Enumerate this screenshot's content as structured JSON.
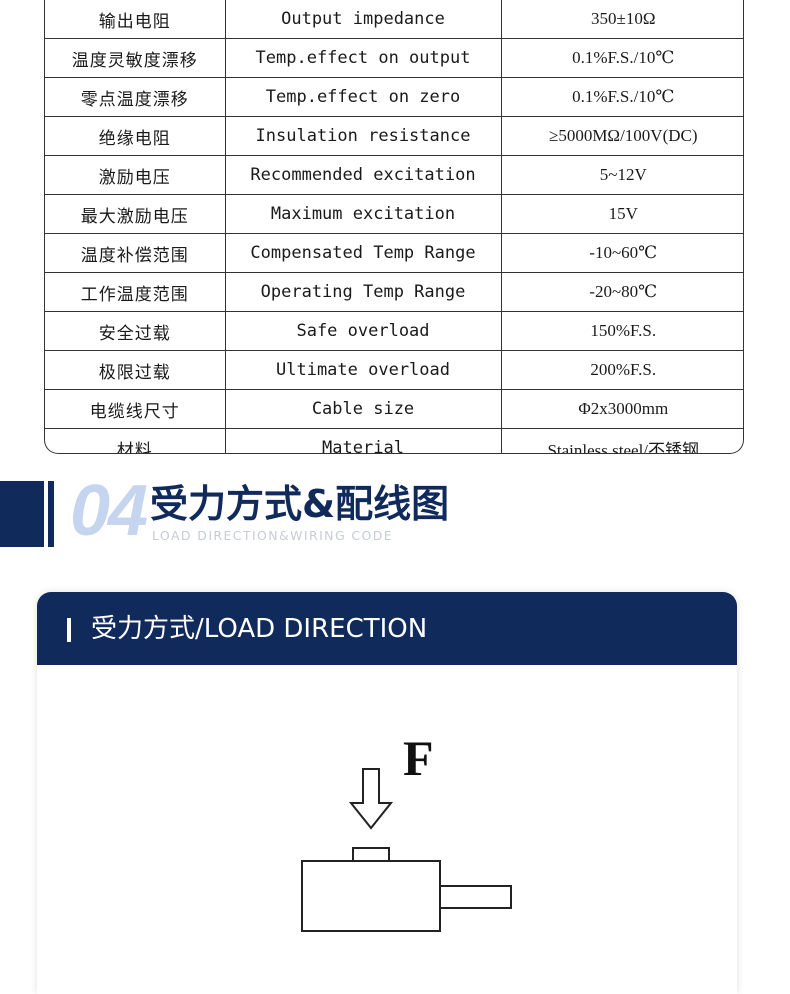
{
  "spec_table": [
    {
      "cn": "输出电阻",
      "en": "Output impedance",
      "val": "350±10Ω"
    },
    {
      "cn": "温度灵敏度漂移",
      "en": "Temp.effect on output",
      "val": "0.1%F.S./10℃"
    },
    {
      "cn": "零点温度漂移",
      "en": "Temp.effect on zero",
      "val": "0.1%F.S./10℃"
    },
    {
      "cn": "绝缘电阻",
      "en": "Insulation resistance",
      "val": "≥5000MΩ/100V(DC)"
    },
    {
      "cn": "激励电压",
      "en": "Recommended excitation",
      "val": "5~12V"
    },
    {
      "cn": "最大激励电压",
      "en": "Maximum excitation",
      "val": "15V"
    },
    {
      "cn": "温度补偿范围",
      "en": "Compensated Temp Range",
      "val": "-10~60℃"
    },
    {
      "cn": "工作温度范围",
      "en": "Operating Temp Range",
      "val": "-20~80℃"
    },
    {
      "cn": "安全过载",
      "en": "Safe overload",
      "val": "150%F.S."
    },
    {
      "cn": "极限过载",
      "en": "Ultimate overload",
      "val": "200%F.S."
    },
    {
      "cn": "电缆线尺寸",
      "en": "Cable size",
      "val": "Φ2x3000mm"
    },
    {
      "cn": "材料",
      "en": "Material",
      "val": "Stainless steel/不锈钢"
    }
  ],
  "section": {
    "number": "04",
    "title": "受力方式&配线图",
    "subtitle": "LOAD DIRECTION&WIRING CODE"
  },
  "load_panel": {
    "title": "受力方式/LOAD DIRECTION",
    "force_label": "F"
  },
  "colors": {
    "navy": "#102a5c",
    "number_light_blue": "#c5d5f0"
  }
}
